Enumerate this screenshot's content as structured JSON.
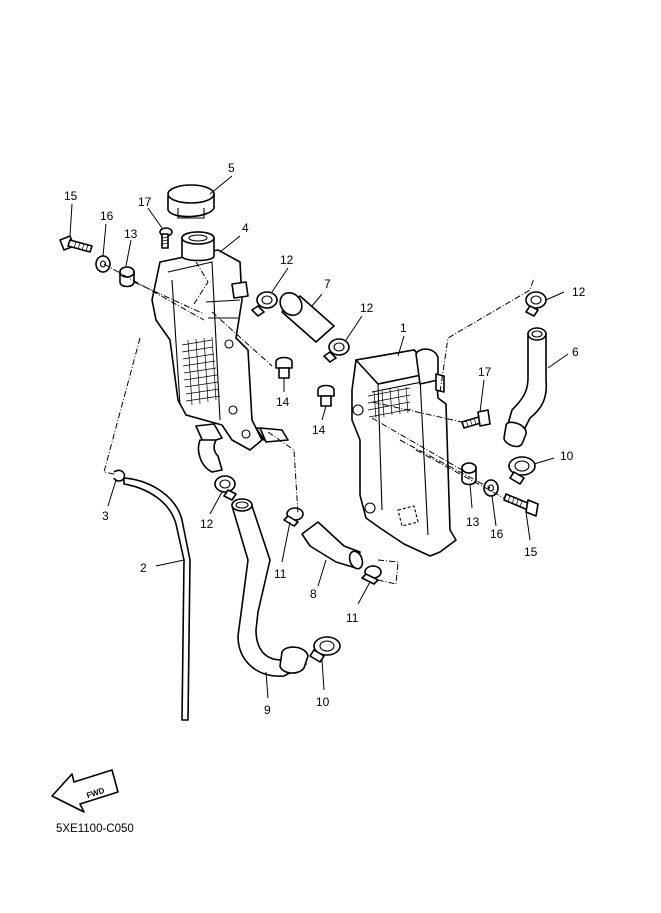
{
  "callouts": [
    {
      "id": "c5",
      "text": "5"
    },
    {
      "id": "c15a",
      "text": "15"
    },
    {
      "id": "c16a",
      "text": "16"
    },
    {
      "id": "c17a",
      "text": "17"
    },
    {
      "id": "c13a",
      "text": "13"
    },
    {
      "id": "c4",
      "text": "4"
    },
    {
      "id": "c12a",
      "text": "12"
    },
    {
      "id": "c7",
      "text": "7"
    },
    {
      "id": "c12b",
      "text": "12"
    },
    {
      "id": "c12c",
      "text": "12"
    },
    {
      "id": "c1",
      "text": "1"
    },
    {
      "id": "c6",
      "text": "6"
    },
    {
      "id": "c14a",
      "text": "14"
    },
    {
      "id": "c14b",
      "text": "14"
    },
    {
      "id": "c17b",
      "text": "17"
    },
    {
      "id": "c10a",
      "text": "10"
    },
    {
      "id": "c3",
      "text": "3"
    },
    {
      "id": "c12d",
      "text": "12"
    },
    {
      "id": "c13b",
      "text": "13"
    },
    {
      "id": "c16b",
      "text": "16"
    },
    {
      "id": "c15b",
      "text": "15"
    },
    {
      "id": "c2",
      "text": "2"
    },
    {
      "id": "c11a",
      "text": "11"
    },
    {
      "id": "c8",
      "text": "8"
    },
    {
      "id": "c11b",
      "text": "11"
    },
    {
      "id": "c9",
      "text": "9"
    },
    {
      "id": "c10b",
      "text": "10"
    }
  ],
  "fwd_label": "FWD",
  "diagram_code": "5XE1100-C050"
}
